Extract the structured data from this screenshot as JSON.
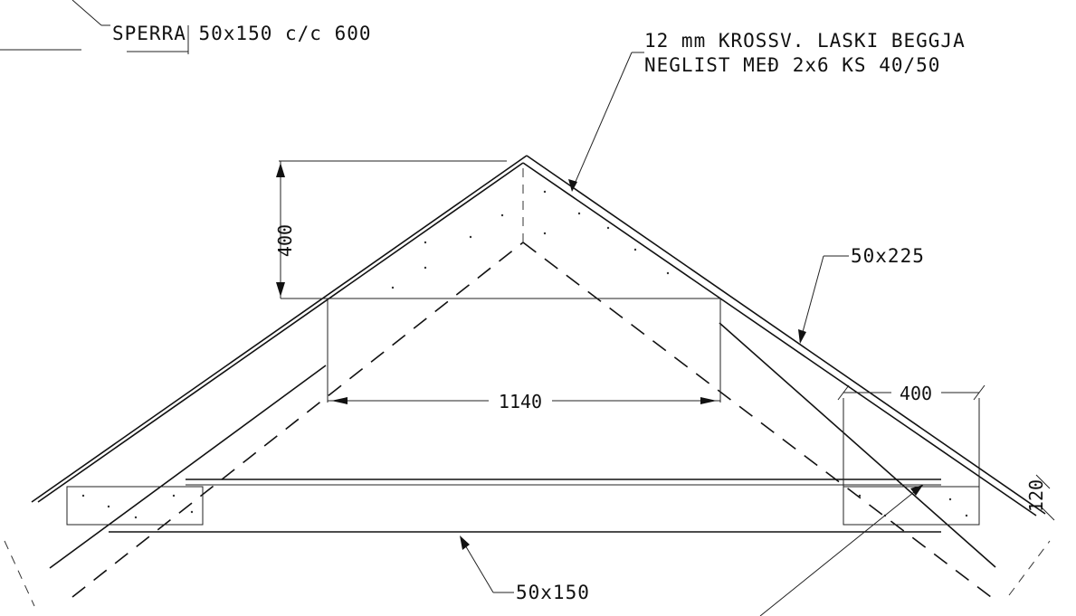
{
  "labels": {
    "rafter": "SPERRA 50x150 c/c 600",
    "gusset_line1": "12 mm KROSSV. LASKI BEGGJA",
    "gusset_line2": "NEGLIST MEÐ 2x6 KS 40/50",
    "top_member": "50x225",
    "tie_beam": "50x150"
  },
  "dimensions": {
    "gusset_height": "400",
    "gusset_width": "1140",
    "heel_width": "400",
    "heel_height": "120"
  }
}
